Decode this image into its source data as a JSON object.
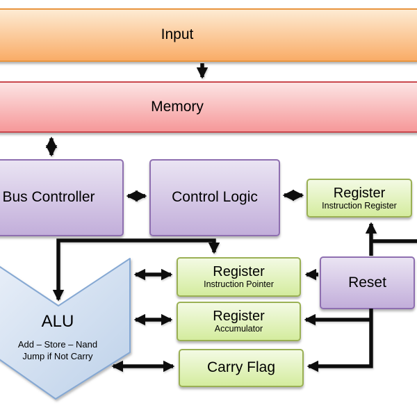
{
  "diagram": {
    "blocks": {
      "input": {
        "label": "Input"
      },
      "memory": {
        "label": "Memory"
      },
      "bus_controller": {
        "label": "Bus Controller"
      },
      "control_logic": {
        "label": "Control Logic"
      },
      "instruction_register": {
        "label": "Register",
        "sublabel": "Instruction Register"
      },
      "reset": {
        "label": "Reset"
      },
      "instruction_pointer": {
        "label": "Register",
        "sublabel": "Instruction Pointer"
      },
      "accumulator": {
        "label": "Register",
        "sublabel": "Accumulator"
      },
      "carry_flag": {
        "label": "Carry Flag"
      },
      "alu": {
        "label": "ALU",
        "operations": "Add – Store – Nand",
        "condition": "Jump if Not Carry"
      }
    },
    "colors": {
      "orange_fill_top": "#FDEBD3",
      "orange_fill_bottom": "#F9AC67",
      "orange_border": "#E8953F",
      "red_fill_top": "#FCE4E4",
      "red_fill_bottom": "#F69899",
      "red_border": "#C9474D",
      "purple_fill_top": "#EAE4F3",
      "purple_fill_bottom": "#C2AEDA",
      "purple_border": "#8E6FB0",
      "green_fill_top": "#F3FAE4",
      "green_fill_bottom": "#D4EC9E",
      "green_border": "#9AB054",
      "blue_fill_top": "#EAF0F9",
      "blue_fill_bottom": "#BDD1E9",
      "blue_border": "#85A8D3",
      "line": "#0A0A0A"
    }
  }
}
